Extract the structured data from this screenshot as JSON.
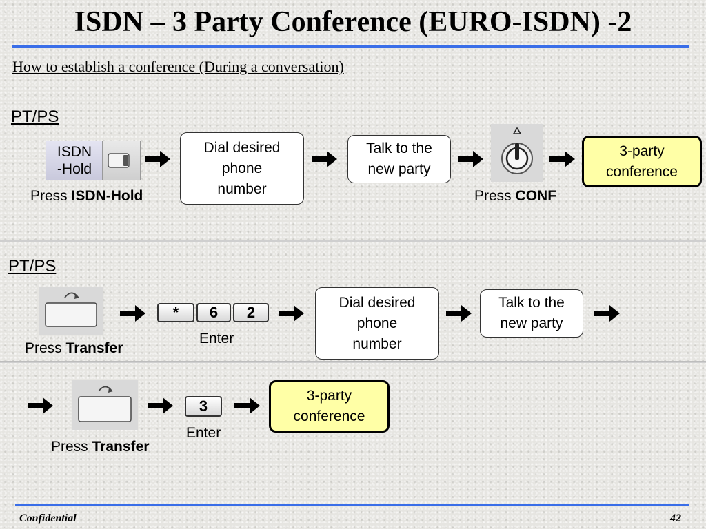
{
  "title": "ISDN – 3 Party Conference (EURO-ISDN) -2",
  "subtitle": "How to establish a conference (During a conversation)",
  "section1": {
    "heading": "PT/PS",
    "isdn_key_label_line1": "ISDN",
    "isdn_key_label_line2": "-Hold",
    "press_prefix": "Press",
    "press_isdn_hold": "ISDN-Hold",
    "step_dial_line1": "Dial desired",
    "step_dial_line2": "phone",
    "step_dial_line3": "number",
    "step_talk_line1": "Talk to the",
    "step_talk_line2": "new party",
    "press_conf": "CONF",
    "result_line1": "3-party",
    "result_line2": "conference"
  },
  "section2": {
    "heading": "PT/PS",
    "press_prefix": "Press",
    "press_transfer": "Transfer",
    "keys": [
      "*",
      "6",
      "2"
    ],
    "enter": "Enter",
    "step_dial_line1": "Dial desired",
    "step_dial_line2": "phone",
    "step_dial_line3": "number",
    "step_talk_line1": "Talk to the",
    "step_talk_line2": "new party"
  },
  "section3": {
    "press_prefix": "Press",
    "press_transfer": "Transfer",
    "key": "3",
    "enter": "Enter",
    "result_line1": "3-party",
    "result_line2": "conference"
  },
  "footer": {
    "left": "Confidential",
    "page": "42"
  },
  "colors": {
    "rule": "#3a6ee8",
    "result_fill": "#ffffa6"
  }
}
